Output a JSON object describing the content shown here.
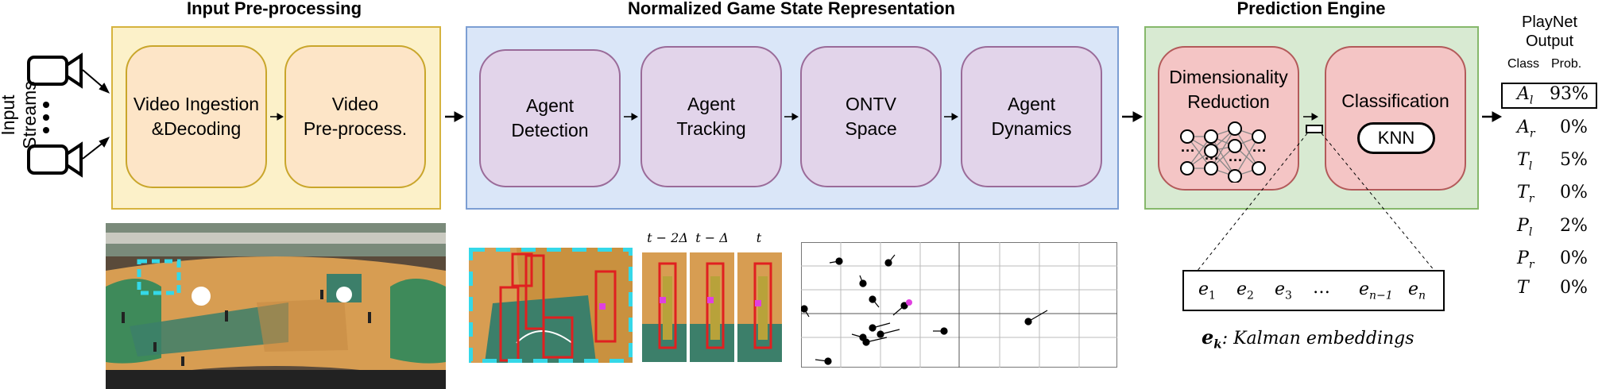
{
  "input_label": "Input Streams",
  "sections": {
    "preprocessing": {
      "title": "Input Pre-processing",
      "boxes": [
        "Video Ingestion\n&Decoding",
        "Video\nPre-process."
      ]
    },
    "representation": {
      "title": "Normalized Game State Representation",
      "boxes": [
        "Agent\nDetection",
        "Agent\nTracking",
        "ONTV\nSpace",
        "Agent\nDynamics"
      ]
    },
    "prediction": {
      "title": "Prediction Engine",
      "boxes": [
        "Dimensionality\nReduction",
        "Classification"
      ],
      "knn_label": "KNN"
    }
  },
  "output": {
    "title": "PlayNet\nOutput",
    "col_class": "Class",
    "col_prob": "Prob.",
    "rows": [
      {
        "cls": "A",
        "sub": "l",
        "prob": "93%"
      },
      {
        "cls": "A",
        "sub": "r",
        "prob": "0%"
      },
      {
        "cls": "T",
        "sub": "l",
        "prob": "5%"
      },
      {
        "cls": "T",
        "sub": "r",
        "prob": "0%"
      },
      {
        "cls": "P",
        "sub": "l",
        "prob": "2%"
      },
      {
        "cls": "P",
        "sub": "r",
        "prob": "0%"
      },
      {
        "cls": "T",
        "sub": "",
        "prob": "0%"
      }
    ]
  },
  "tracking_labels": [
    "t − 2Δ",
    "t − Δ",
    "t"
  ],
  "embeddings": {
    "items": [
      {
        "base": "e",
        "sub": "1"
      },
      {
        "base": "e",
        "sub": "2"
      },
      {
        "base": "e",
        "sub": "3"
      },
      {
        "base": "…",
        "sub": ""
      },
      {
        "base": "e",
        "sub": "n−1"
      },
      {
        "base": "e",
        "sub": "n"
      }
    ],
    "caption_symbol": "e",
    "caption_sub": "k",
    "caption_text": ": Kalman embeddings"
  },
  "colors": {
    "orange_panel": "#fcf1c9",
    "blue_panel": "#dae6f8",
    "green_panel": "#d8ead2",
    "highlight": "#34d8e8",
    "bbox_red": "#e02020"
  }
}
